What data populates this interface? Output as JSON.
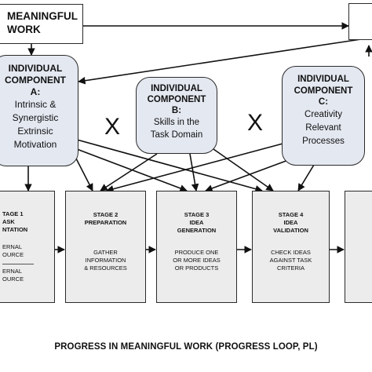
{
  "meaningful_work": {
    "line1": "MEANINGFUL",
    "line2": "WORK"
  },
  "component_a": {
    "title1": "INDIVIDUAL",
    "title2": "COMPONENT",
    "title3": "A:",
    "body1": "Intrinsic &",
    "body2": "Synergistic",
    "body3": "Extrinsic",
    "body4": "Motivation"
  },
  "component_b": {
    "title1": "INDIVIDUAL",
    "title2": "COMPONENT",
    "title3": "B:",
    "body1": "Skills in the",
    "body2": "Task Domain"
  },
  "component_c": {
    "title1": "INDIVIDUAL",
    "title2": "COMPONENT",
    "title3": "C:",
    "body1": "Creativity",
    "body2": "Relevant",
    "body3": "Processes"
  },
  "multiply_symbol": "X",
  "stage1": {
    "title1": "TAGE 1",
    "title2": "ASK",
    "title3": "NTATION",
    "body1": "ERNAL",
    "body2": "OURCE",
    "body3": "ERNAL",
    "body4": "OURCE"
  },
  "stage2": {
    "title1": "STAGE 2",
    "title2": "PREPARATION",
    "body1": "GATHER",
    "body2": "INFORMATION",
    "body3": "& RESOURCES"
  },
  "stage3": {
    "title1": "STAGE 3",
    "title2": "IDEA",
    "title3": "GENERATION",
    "body1": "PRODUCE ONE",
    "body2": "OR MORE IDEAS",
    "body3": "OR PRODUCTS"
  },
  "stage4": {
    "title1": "STAGE 4",
    "title2": "IDEA",
    "title3": "VALIDATION",
    "body1": "CHECK IDEAS",
    "body2": "AGAINST TASK",
    "body3": "CRITERIA"
  },
  "footer": "PROGRESS IN MEANINGFUL WORK (PROGRESS LOOP, PL)"
}
